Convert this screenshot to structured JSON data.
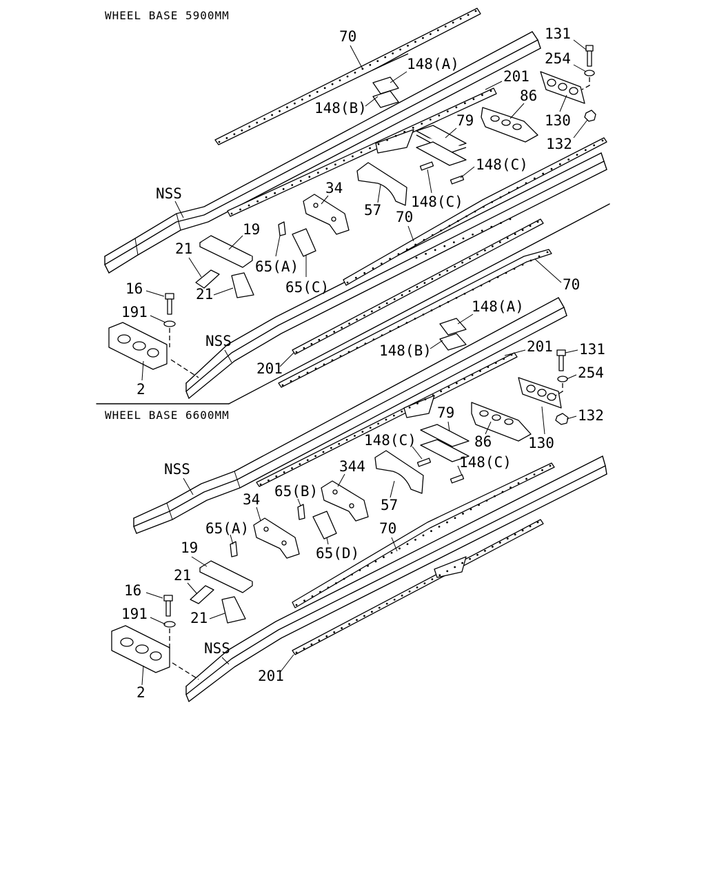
{
  "sections": [
    {
      "title": "WHEEL BASE 5900MM",
      "callouts": [
        {
          "id": "c70a",
          "text": "70"
        },
        {
          "id": "c131a",
          "text": "131"
        },
        {
          "id": "c254a",
          "text": "254"
        },
        {
          "id": "c148Aa",
          "text": "148(A)"
        },
        {
          "id": "c201a",
          "text": "201"
        },
        {
          "id": "c148Ba",
          "text": "148(B)"
        },
        {
          "id": "c86a",
          "text": "86"
        },
        {
          "id": "c130a",
          "text": "130"
        },
        {
          "id": "c79a",
          "text": "79"
        },
        {
          "id": "c132a",
          "text": "132"
        },
        {
          "id": "c148Ca",
          "text": "148(C)"
        },
        {
          "id": "cNSSa",
          "text": "NSS"
        },
        {
          "id": "c34a",
          "text": "34"
        },
        {
          "id": "c57a",
          "text": "57"
        },
        {
          "id": "c148Cb",
          "text": "148(C)"
        },
        {
          "id": "c70b",
          "text": "70"
        },
        {
          "id": "c19a",
          "text": "19"
        },
        {
          "id": "c21a",
          "text": "21"
        },
        {
          "id": "c65Aa",
          "text": "65(A)"
        },
        {
          "id": "c70c",
          "text": "70"
        },
        {
          "id": "c16a",
          "text": "16"
        },
        {
          "id": "c21b",
          "text": "21"
        },
        {
          "id": "c65Ca",
          "text": "65(C)"
        },
        {
          "id": "c148Ab",
          "text": "148(A)"
        },
        {
          "id": "c191a",
          "text": "191"
        },
        {
          "id": "cNSSb",
          "text": "NSS"
        },
        {
          "id": "c148Bb",
          "text": "148(B)"
        },
        {
          "id": "c201b",
          "text": "201"
        },
        {
          "id": "c2a",
          "text": "2"
        },
        {
          "id": "c201c",
          "text": "201"
        }
      ]
    },
    {
      "title": "WHEEL BASE 6600MM",
      "callouts": [
        {
          "id": "c131b",
          "text": "131"
        },
        {
          "id": "c254b",
          "text": "254"
        },
        {
          "id": "c132b",
          "text": "132"
        },
        {
          "id": "c79b",
          "text": "79"
        },
        {
          "id": "c148Cc",
          "text": "148(C)"
        },
        {
          "id": "c86b",
          "text": "86"
        },
        {
          "id": "c130b",
          "text": "130"
        },
        {
          "id": "cNSSc",
          "text": "NSS"
        },
        {
          "id": "c344",
          "text": "344"
        },
        {
          "id": "c148Cd",
          "text": "148(C)"
        },
        {
          "id": "c65B",
          "text": "65(B)"
        },
        {
          "id": "c34b",
          "text": "34"
        },
        {
          "id": "c57b",
          "text": "57"
        },
        {
          "id": "c65Ab",
          "text": "65(A)"
        },
        {
          "id": "c70d",
          "text": "70"
        },
        {
          "id": "c65D",
          "text": "65(D)"
        },
        {
          "id": "c19b",
          "text": "19"
        },
        {
          "id": "c21c",
          "text": "21"
        },
        {
          "id": "c16b",
          "text": "16"
        },
        {
          "id": "c21d",
          "text": "21"
        },
        {
          "id": "c191b",
          "text": "191"
        },
        {
          "id": "cNSSd",
          "text": "NSS"
        },
        {
          "id": "c2b",
          "text": "2"
        },
        {
          "id": "c201d",
          "text": "201"
        }
      ]
    }
  ]
}
